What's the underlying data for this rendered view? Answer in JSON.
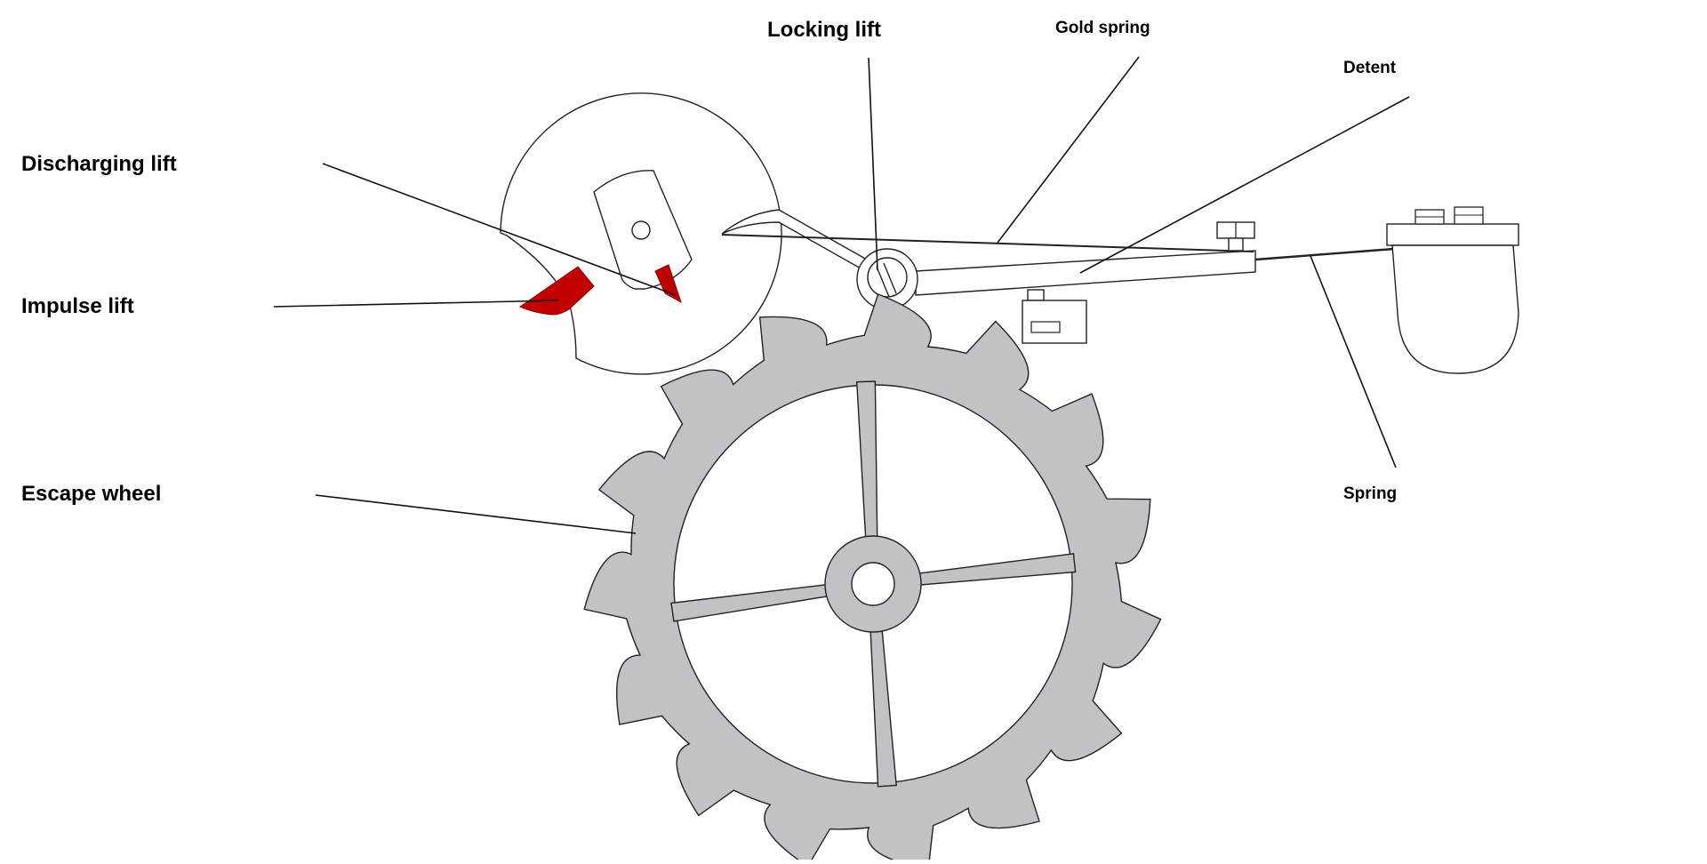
{
  "diagram": {
    "labels": {
      "discharging_lift": "Discharging lift",
      "impulse_lift": "Impulse lift",
      "escape_wheel": "Escape wheel",
      "locking_lift": "Locking lift",
      "gold_spring": "Gold spring",
      "detent": "Detent",
      "spring": "Spring"
    },
    "colors": {
      "wheel_fill": "#c2c1c6",
      "pallet_red": "#c00000",
      "stroke": "#222222",
      "background": "#ffffff"
    },
    "escape_wheel": {
      "teeth": 15
    }
  }
}
